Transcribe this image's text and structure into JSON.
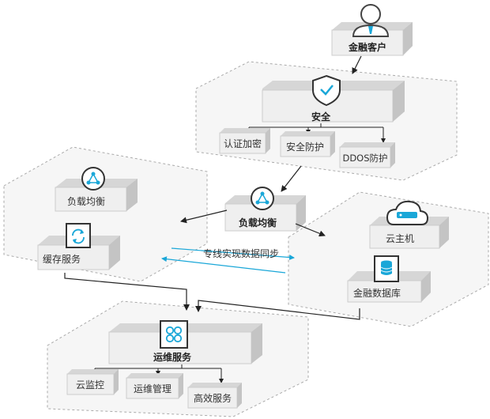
{
  "nodes": {
    "customer": "金融客户",
    "security": "安全",
    "auth": "认证加密",
    "defense": "安全防护",
    "ddos": "DDOS防护",
    "lb_center": "负载均衡",
    "lb_left": "负载均衡",
    "cache": "缓存服务",
    "cloud_host": "云主机",
    "database": "金融数据库",
    "ops": "运维服务",
    "monitor": "云监控",
    "ops_mgmt": "运维管理",
    "efficient": "高效服务"
  },
  "sync_label": "专线实现数据同步",
  "colors": {
    "accent": "#1aa7d8",
    "box_face": "#efefef",
    "region_fill": "#f6f6f6",
    "region_border": "#aaaaaa"
  },
  "icons": [
    "user-icon",
    "shield-check-icon",
    "load-balancer-icon",
    "sync-icon",
    "cloud-server-icon",
    "database-icon",
    "ops-service-icon"
  ]
}
